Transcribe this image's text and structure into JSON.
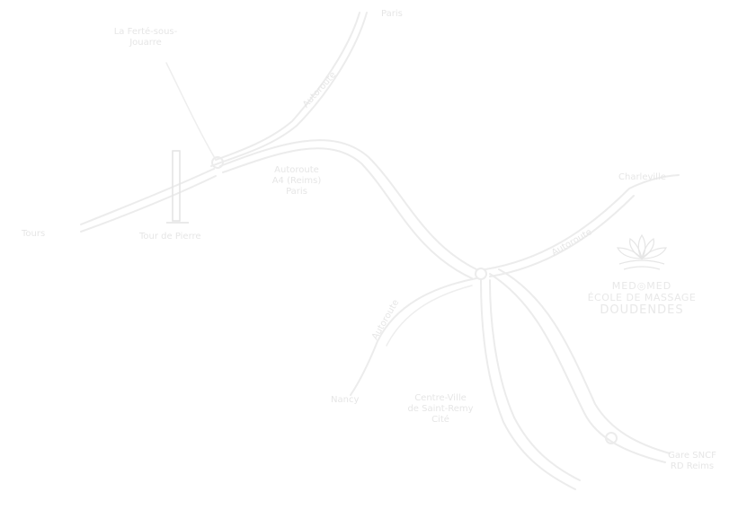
{
  "map": {
    "background": "#ffffff",
    "line_color": "#ececec",
    "text_color": "#e6e6e6"
  },
  "labels": {
    "top_road": "Paris",
    "upper_left": "La Ferté-sous-Jouarre",
    "left_city": "Tours",
    "monument": "Tour de Pierre",
    "middle_text": "Autoroute\nA4 (Reims)\nParis",
    "road_top_diag": "Autoroute",
    "right_road": "Charleville",
    "road_mid_right": "Autoroute",
    "road_lower_left": "Autoroute",
    "lower_left_city": "Nancy",
    "lower_middle": "Centre-Ville\nde Saint-Remy\nCité",
    "lower_right": "Gare SNCF\nRD Reims"
  },
  "logo": {
    "brand": "MED◎MED",
    "school": "ÉCOLE DE MASSAGE",
    "city": "DOUDENDES",
    "icon": "lotus-icon"
  }
}
